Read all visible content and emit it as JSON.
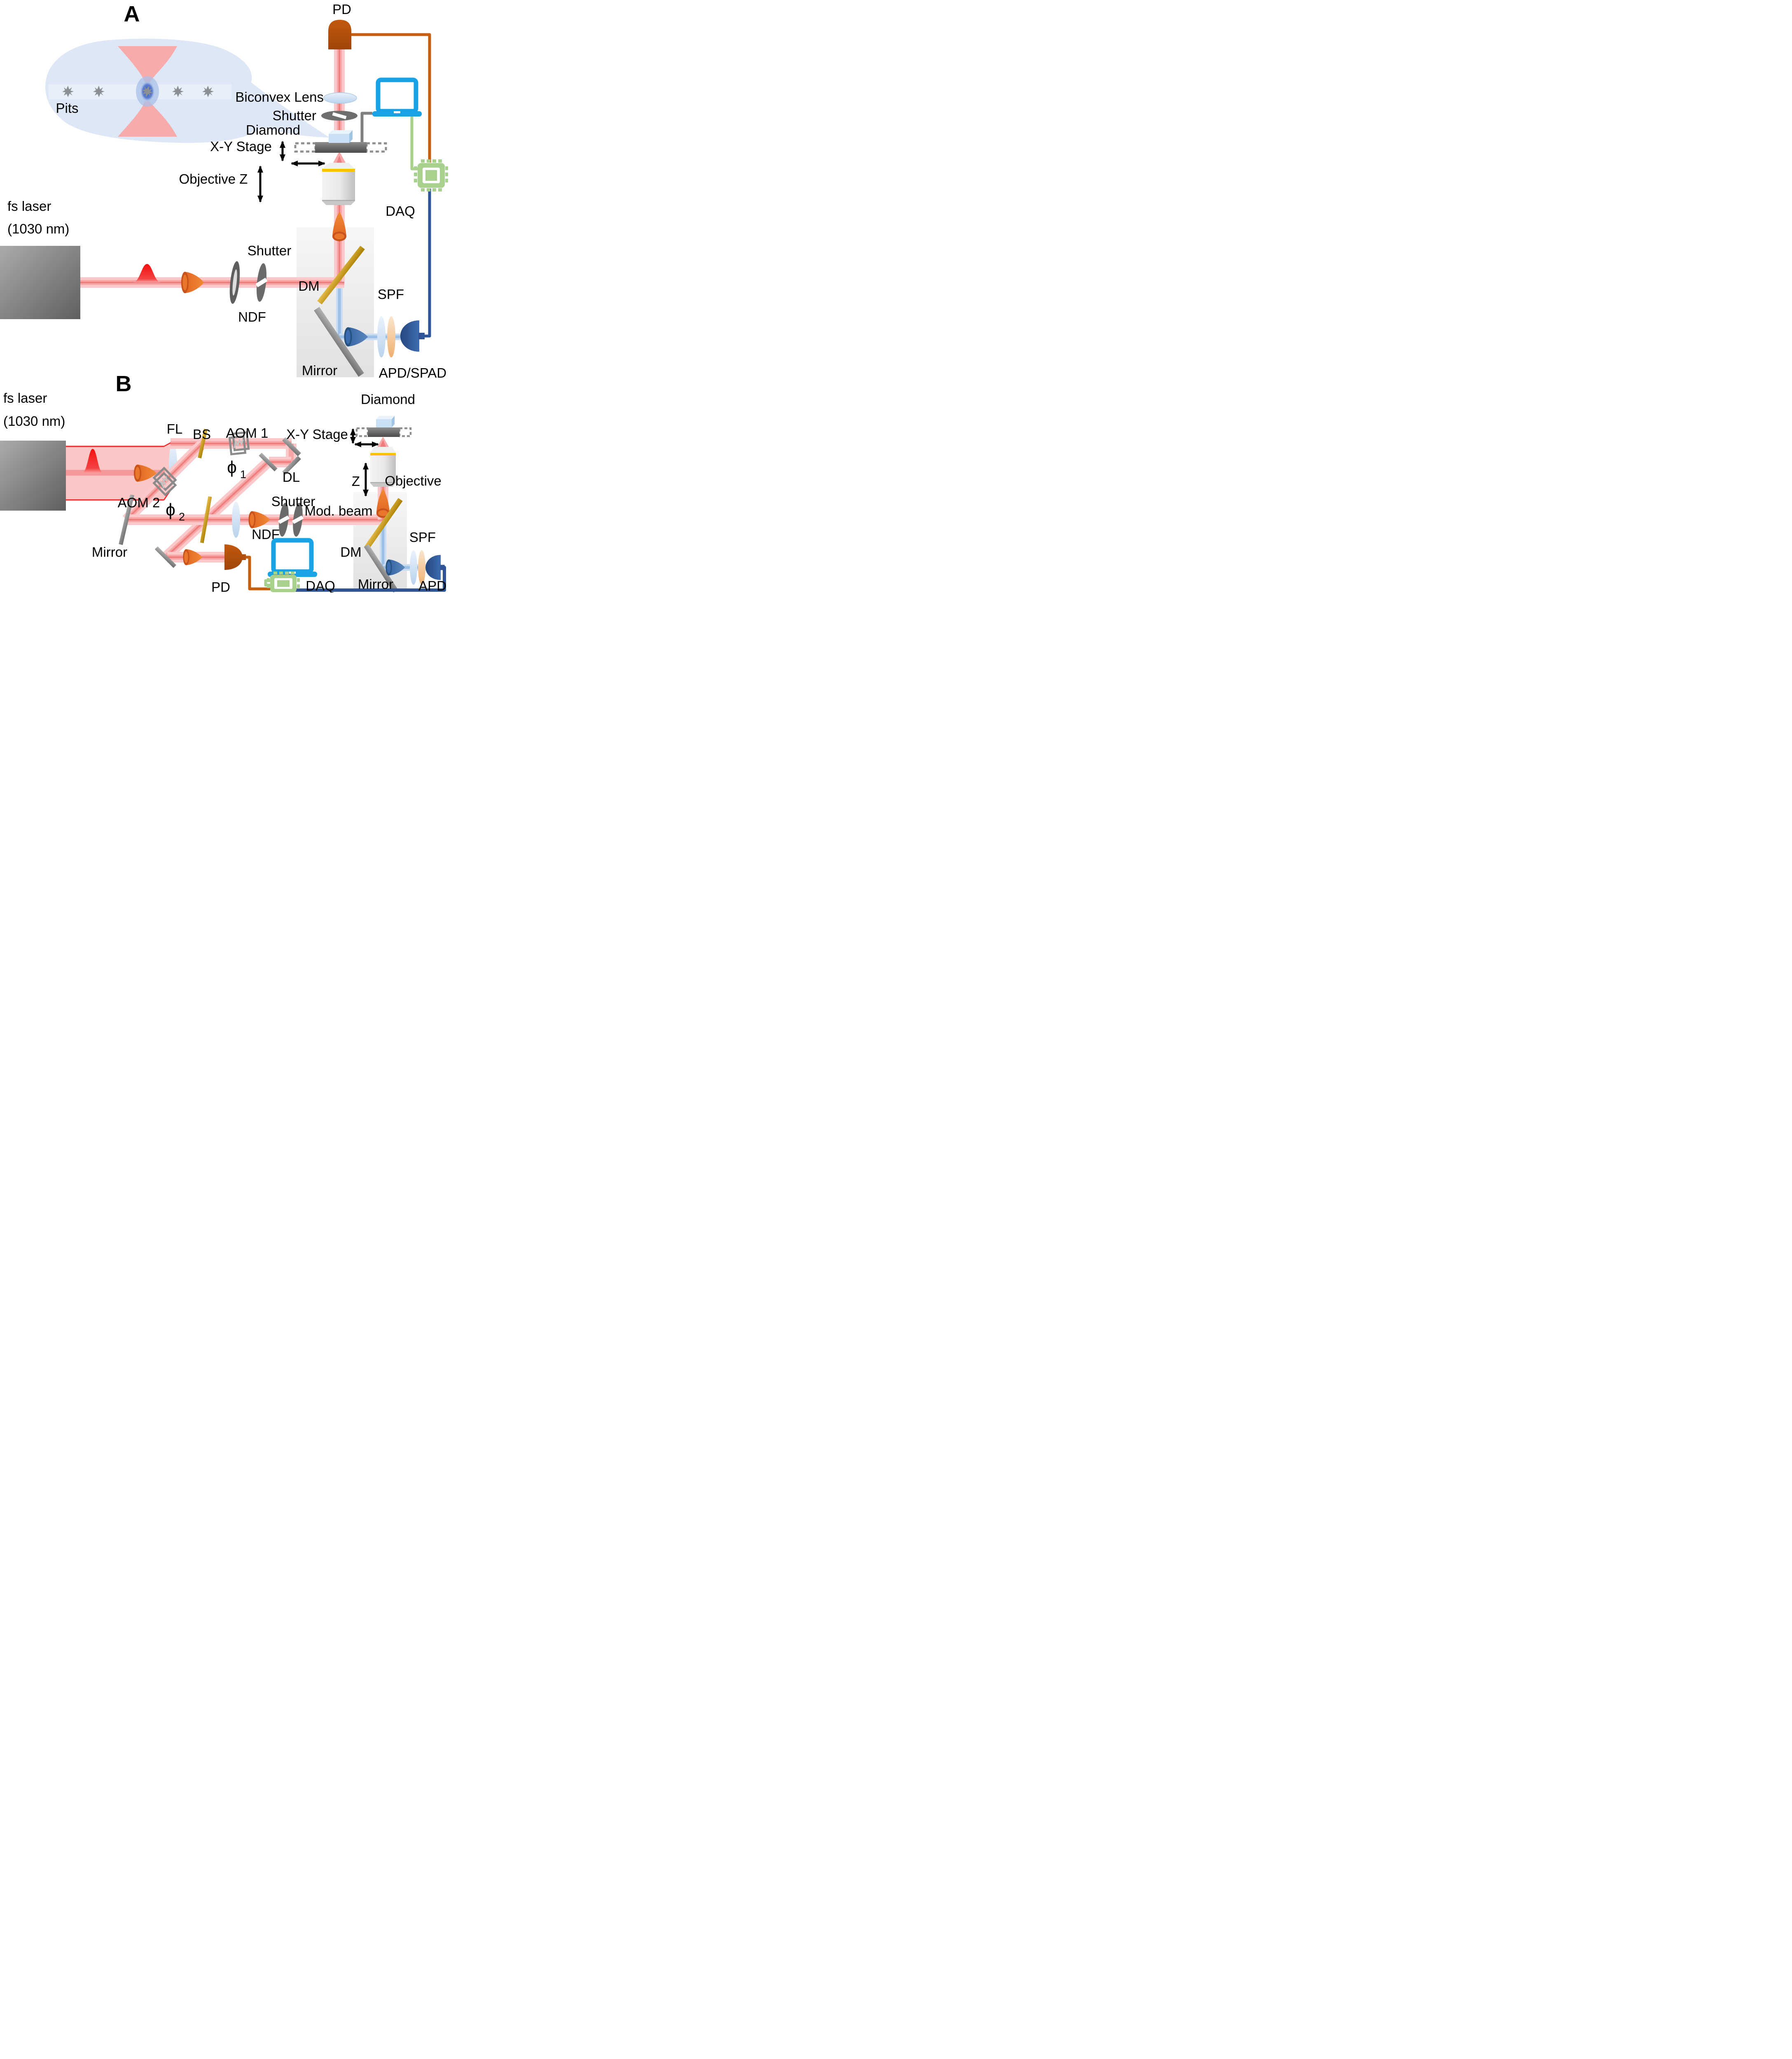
{
  "colors": {
    "beam_edge_red": "#FF2222",
    "beam_pink": "#FBC9C9",
    "beam_core": "#EF7E7E",
    "blue_beam": "#9DC1E6",
    "gold_mirror": "#D6A41C",
    "gray_mirror": "#8F8F8F",
    "laptop_blue": "#18A3E6",
    "daq_green": "#A9D18E",
    "wire_orange": "#C55F11",
    "wire_blue": "#2F5597",
    "detector_orange": "#C2580F",
    "detector_blue": "#2F5597",
    "balloon_blue": "#DEE7F6",
    "objective_yellow": "#FFC000"
  },
  "a": {
    "panel_label": "A",
    "pd": "PD",
    "biconvex_lens": "Biconvex Lens",
    "shutter_top": "Shutter",
    "diamond": "Diamond",
    "xy_stage": "X-Y Stage",
    "objective_z": "Objective Z",
    "fs_laser_1": "fs laser",
    "fs_laser_2": "(1030 nm)",
    "ndf": "NDF",
    "shutter_mid": "Shutter",
    "dm": "DM",
    "mirror": "Mirror",
    "spf": "SPF",
    "apd_spad": "APD/SPAD",
    "daq": "DAQ",
    "pits": "Pits"
  },
  "b": {
    "panel_label": "B",
    "fs_laser_1": "fs laser",
    "fs_laser_2": "(1030 nm)",
    "fl": "FL",
    "bs": "BS",
    "aom1": "AOM 1",
    "aom2": "AOM 2",
    "phi_sym": "ϕ",
    "phi1_sub": "1",
    "phi2_sub": "2",
    "dl": "DL",
    "shutter": "Shutter",
    "mod_beam": "Mod. beam",
    "ndf": "NDF",
    "mirror_left": "Mirror",
    "pd": "PD",
    "daq": "DAQ",
    "xy_stage": "X-Y Stage",
    "diamond": "Diamond",
    "z": "Z",
    "objective": "Objective",
    "dm": "DM",
    "spf": "SPF",
    "apd": "APD",
    "mirror_box": "Mirror"
  }
}
